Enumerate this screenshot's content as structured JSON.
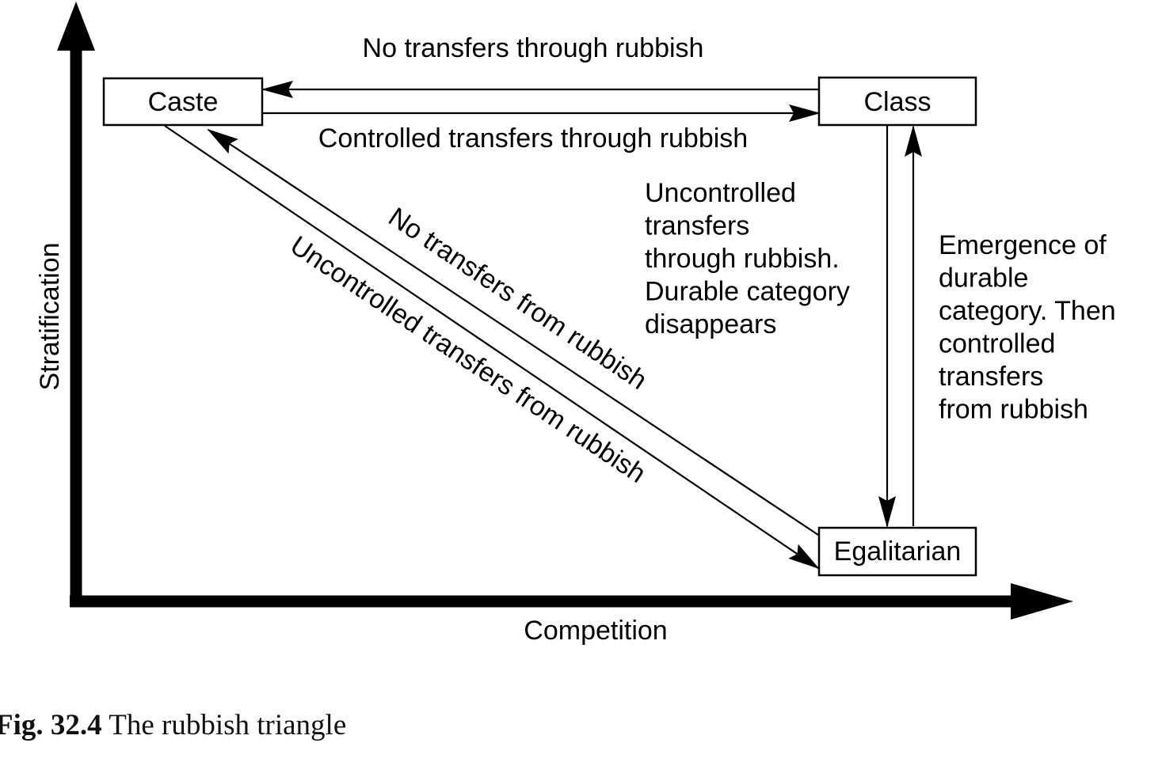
{
  "axes": {
    "y_label": "Stratification",
    "x_label": "Competition"
  },
  "nodes": {
    "caste": "Caste",
    "class": "Class",
    "egalitarian": "Egalitarian"
  },
  "edges": {
    "class_to_caste": "No transfers through rubbish",
    "caste_to_class": "Controlled transfers through rubbish",
    "egalitarian_to_caste": "No transfers from rubbish",
    "caste_to_egalitarian": "Uncontrolled transfers from rubbish",
    "class_to_egalitarian": [
      "Uncontrolled",
      "transfers",
      "through rubbish.",
      "Durable category",
      "disappears"
    ],
    "egalitarian_to_class": [
      "Emergence of",
      "durable",
      "category. Then",
      "controlled",
      "transfers",
      "from rubbish"
    ]
  },
  "caption": {
    "number": "Fig. 32.4",
    "title": "The rubbish triangle"
  },
  "colors": {
    "ink": "#000000",
    "background": "#ffffff"
  }
}
